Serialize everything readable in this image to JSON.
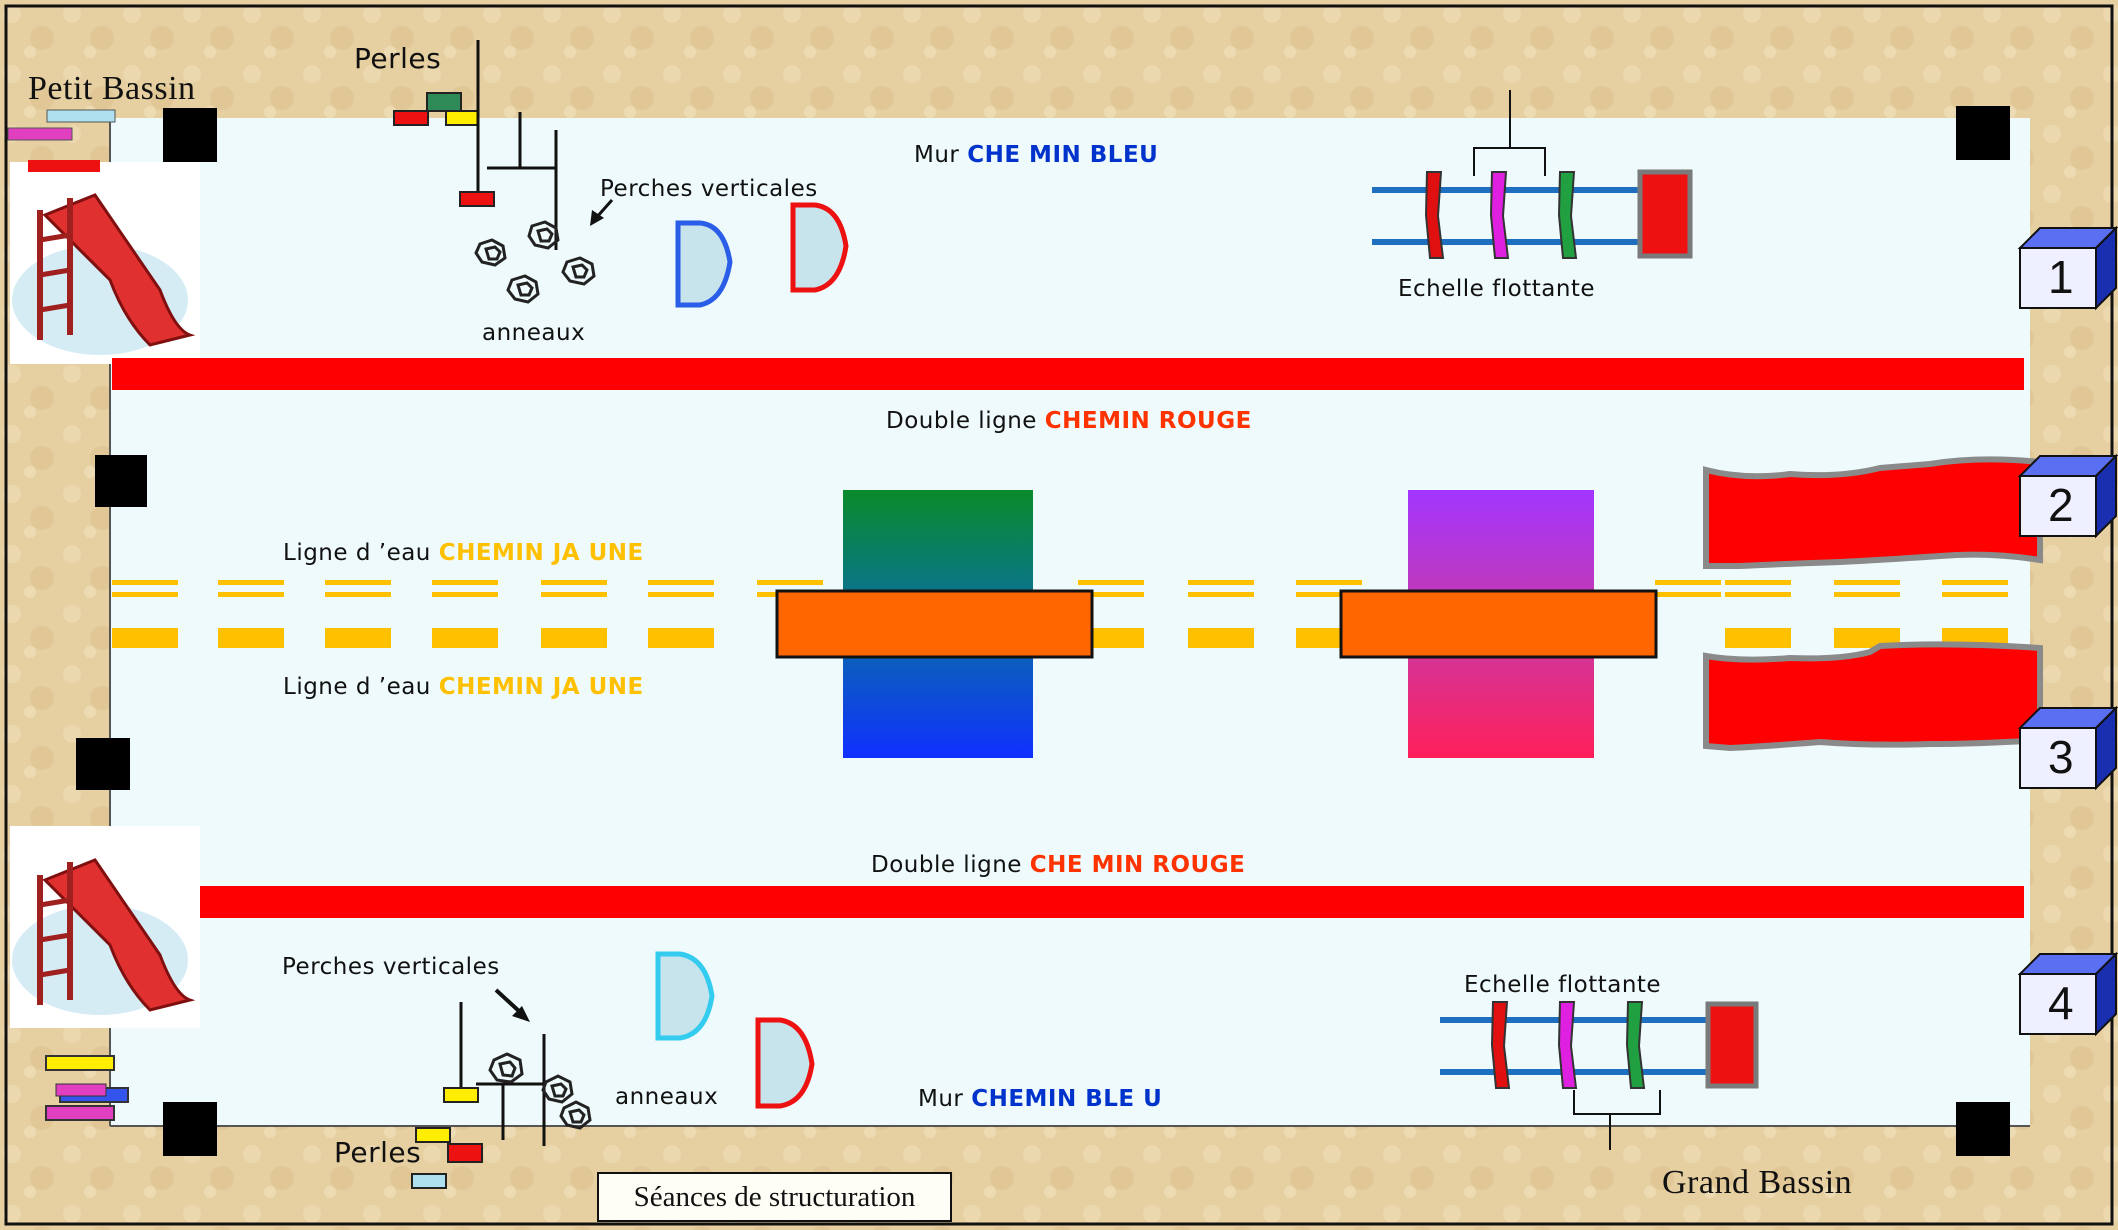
{
  "colors": {
    "pool": "#eefafb",
    "border_sand": "#e6cfa0",
    "red": "#ff0000",
    "blue_text": "#0033cc",
    "red_text": "#ff3300",
    "yellow_text": "#ffc000",
    "orange_bar": "#ff6600",
    "yellow_line": "#ffc000"
  },
  "labels": {
    "petit_bassin": "Petit Bassin",
    "grand_bassin": "Grand Bassin",
    "perles_top": "Perles",
    "perles_bottom": "Perles",
    "perches_top": "Perches verticales",
    "perches_bottom": "Perches verticales",
    "anneaux_top": "anneaux",
    "anneaux_bottom": "anneaux",
    "echelle_top": "Echelle flottante",
    "echelle_bottom": "Echelle flottante",
    "mur_top_prefix": "Mur",
    "mur_top_path": "CHE MIN BLEU",
    "mur_bottom_prefix": "Mur",
    "mur_bottom_path": "CHEMIN BLE U",
    "double_top_prefix": "Double ligne",
    "double_top_path": "CHEMIN ROUGE",
    "double_bottom_prefix": "Double ligne",
    "double_bottom_path": "CHE MIN ROUGE",
    "ligne_top_prefix": "Ligne d ’eau",
    "ligne_top_path": "CHEMIN JA UNE",
    "ligne_bottom_prefix": "Ligne d ’eau",
    "ligne_bottom_path": "CHEMIN JA UNE",
    "caption": "Séances de structuration"
  },
  "lanes": [
    "1",
    "2",
    "3",
    "4"
  ]
}
